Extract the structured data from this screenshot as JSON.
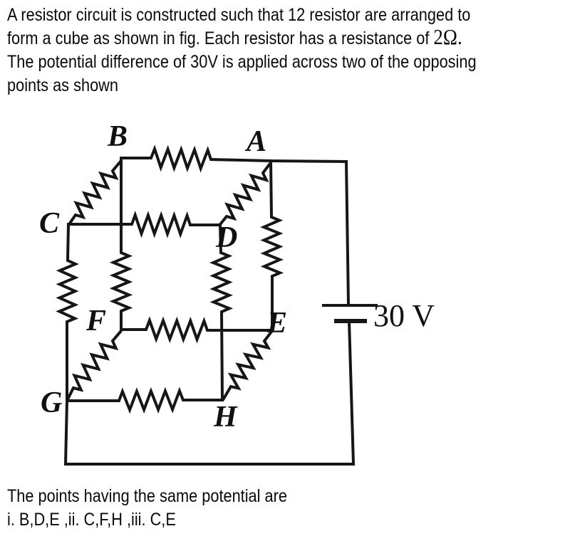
{
  "problem": {
    "line1": "A resistor circuit is constructed such that 12 resistor are arranged to",
    "line2_prefix": "form a cube as shown in fig. Each resistor has a resistance of ",
    "line2_math": "2Ω.",
    "line3": "The potential difference of 30V is applied across two of the opposing",
    "line4": "points as shown"
  },
  "circuit": {
    "nodes": {
      "A": "A",
      "B": "B",
      "C": "C",
      "D": "D",
      "E": "E",
      "F": "F",
      "G": "G",
      "H": "H"
    },
    "battery_label": "30 V",
    "ink_color": "#161616"
  },
  "question": {
    "line1": "The points having the same potential are",
    "line2": "i. B,D,E ,ii. C,F,H ,iii. C,E"
  }
}
